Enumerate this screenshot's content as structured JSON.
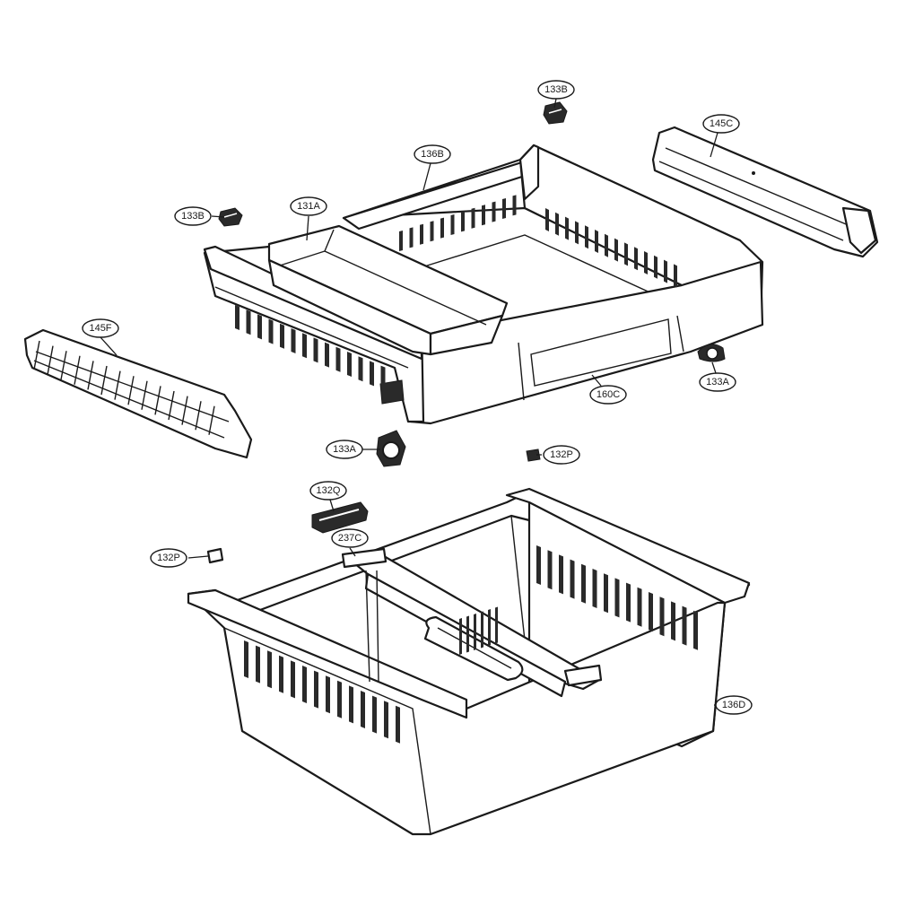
{
  "callouts": [
    {
      "id": "c-133b-top",
      "label": "133B"
    },
    {
      "id": "c-145c",
      "label": "145C"
    },
    {
      "id": "c-136b",
      "label": "136B"
    },
    {
      "id": "c-133b-left",
      "label": "133B"
    },
    {
      "id": "c-131a",
      "label": "131A"
    },
    {
      "id": "c-145f",
      "label": "145F"
    },
    {
      "id": "c-160c",
      "label": "160C"
    },
    {
      "id": "c-133a-right",
      "label": "133A"
    },
    {
      "id": "c-133a-mid",
      "label": "133A"
    },
    {
      "id": "c-132p-right",
      "label": "132P"
    },
    {
      "id": "c-132q",
      "label": "132Q"
    },
    {
      "id": "c-237c",
      "label": "237C"
    },
    {
      "id": "c-132p-left",
      "label": "132P"
    },
    {
      "id": "c-136d",
      "label": "136D"
    }
  ]
}
